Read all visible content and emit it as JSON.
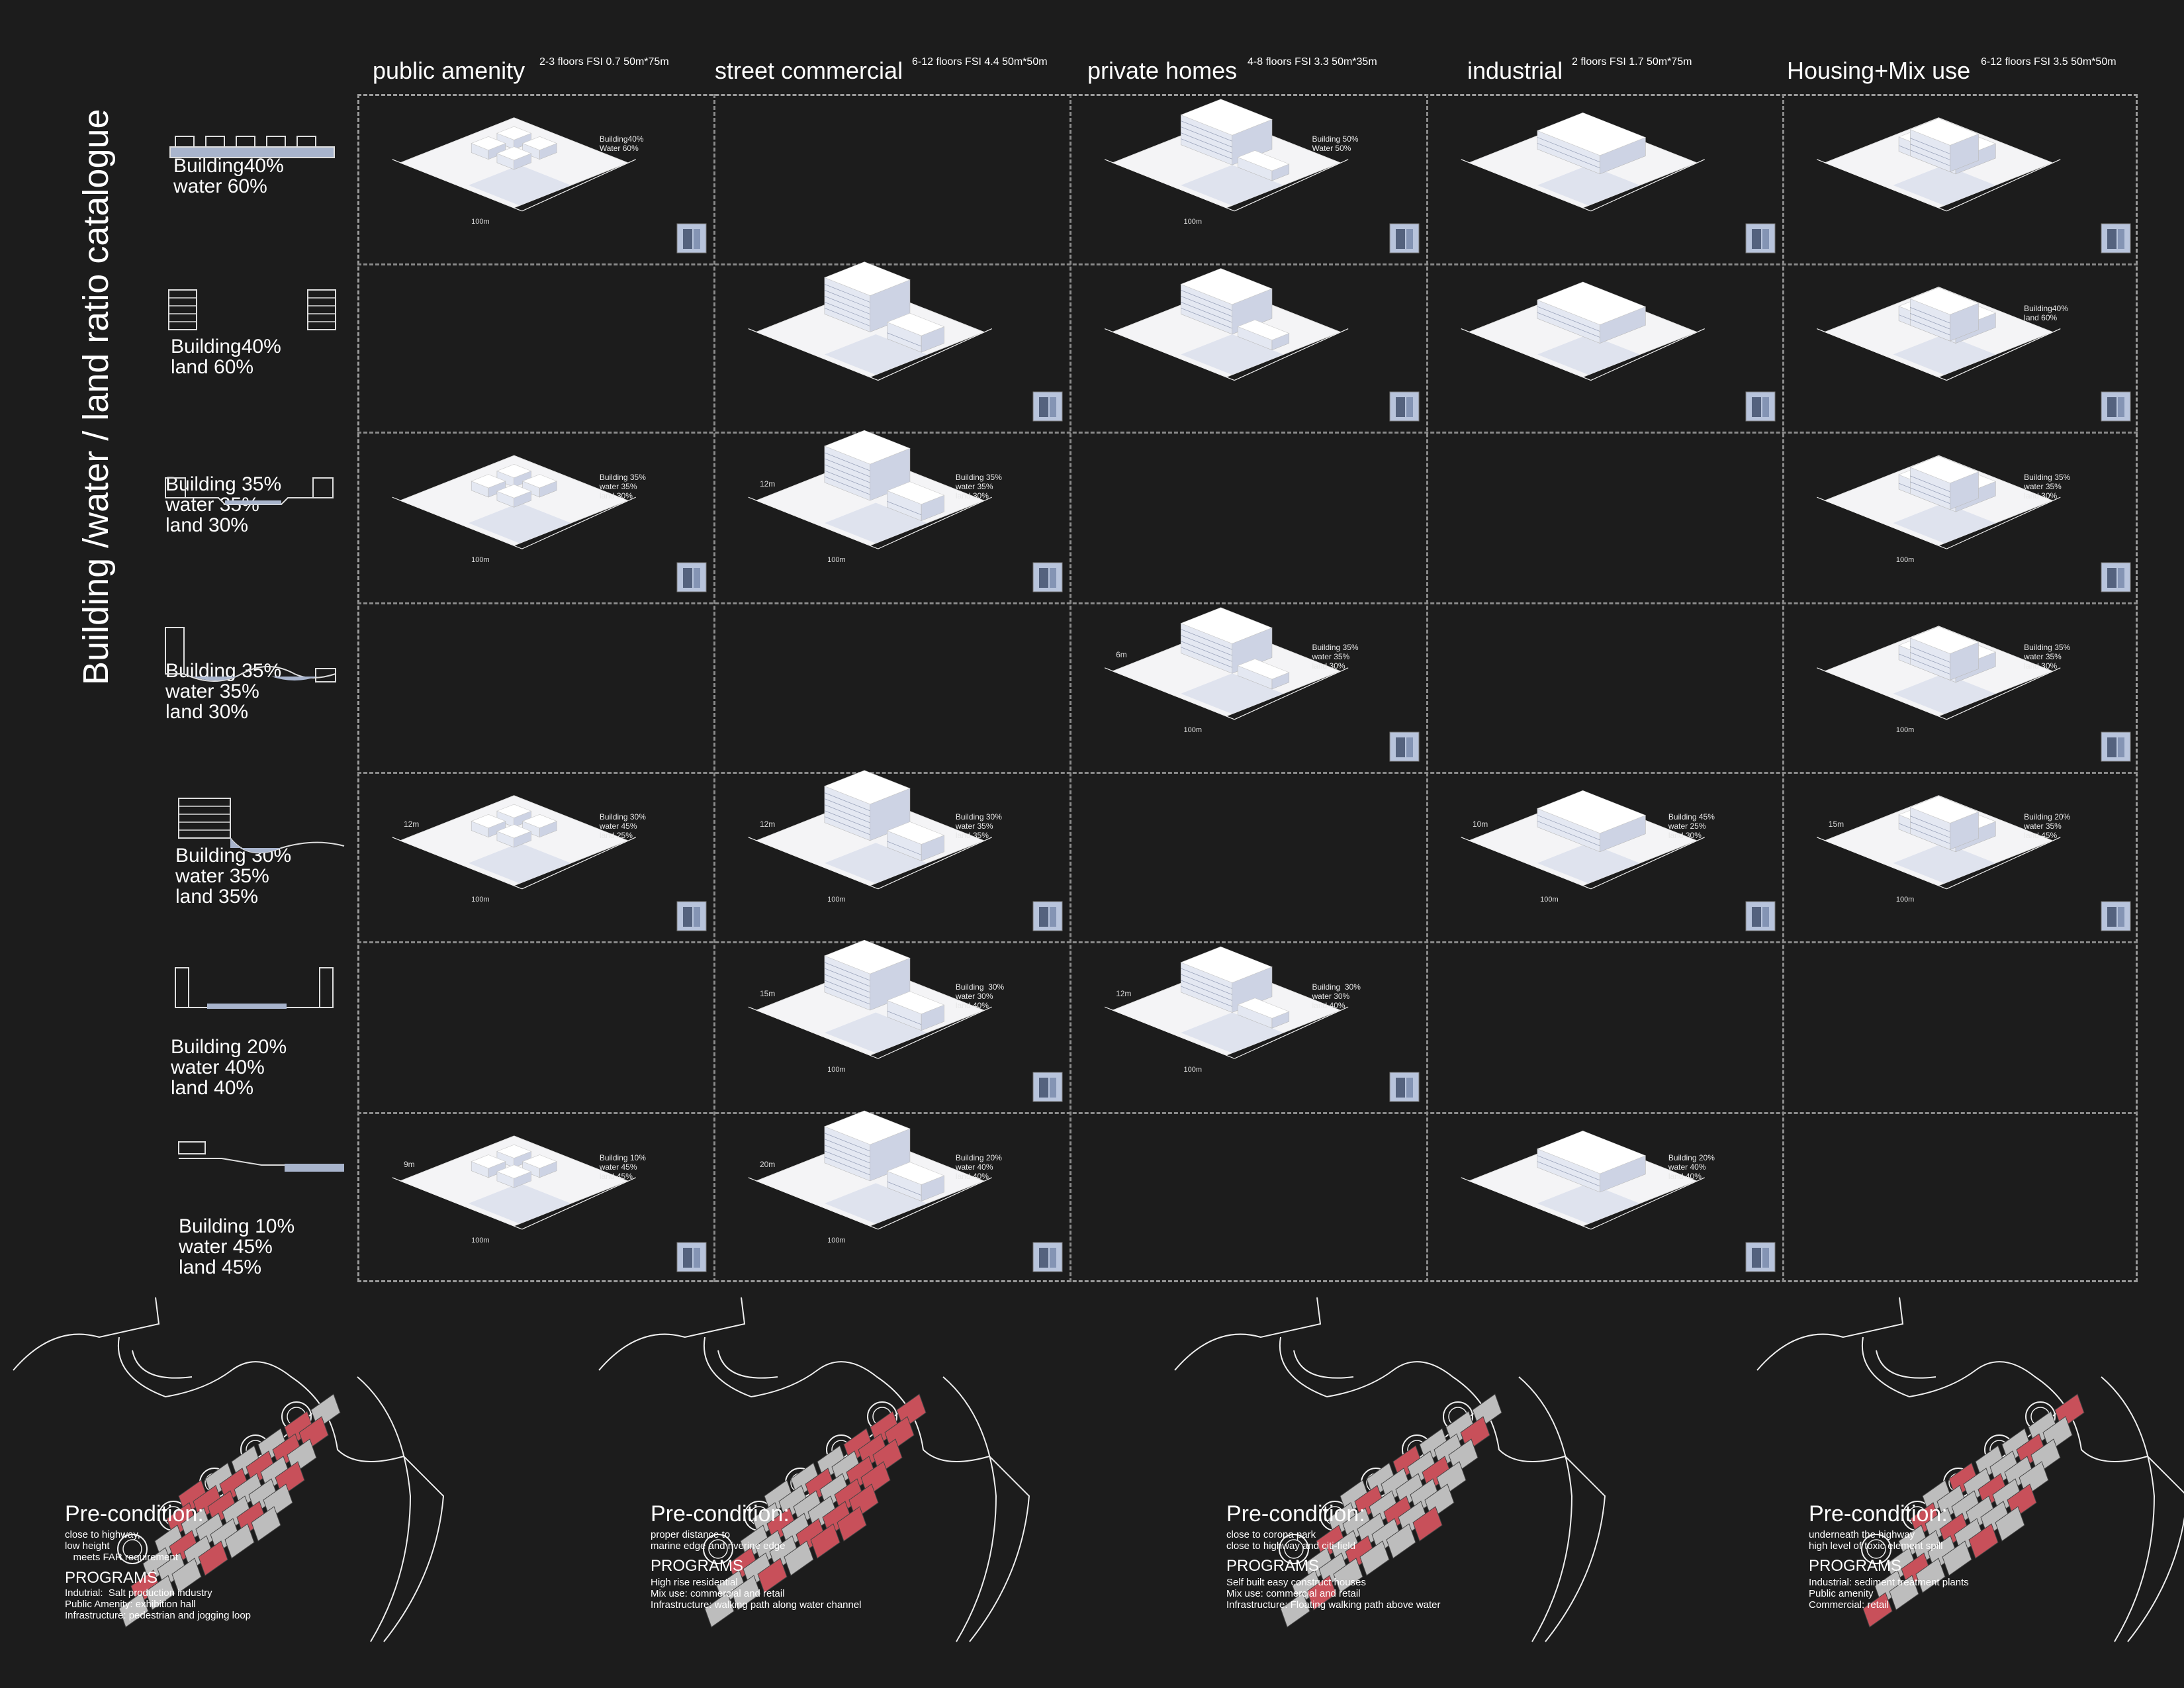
{
  "title": "Building /water / land ratio catalogue",
  "columns": [
    {
      "name": "public amenity",
      "specs": "2-3 floors\nFSI 0.7\n50m*75m"
    },
    {
      "name": "street commercial",
      "specs": "6-12 floors\nFSI 4.4\n50m*50m"
    },
    {
      "name": "private homes",
      "specs": "4-8 floors\nFSI 3.3\n50m*35m"
    },
    {
      "name": "industrial",
      "specs": "2 floors\nFSI 1.7\n50m*75m"
    },
    {
      "name": "Housing+Mix use",
      "specs": "6-12 floors\nFSI 3.5\n50m*50m"
    }
  ],
  "rows": [
    {
      "label": "Building40%\nwater 60%"
    },
    {
      "label": "Building40%\nland 60%"
    },
    {
      "label": "Building 35%\nwater 35%\nland 30%"
    },
    {
      "label": "Building 35%\nwater 35%\nland 30%"
    },
    {
      "label": "Building 30%\nwater 35%\nland 35%"
    },
    {
      "label": "Building 20%\nwater 40%\nland 40%"
    },
    {
      "label": "Building 10%\nwater 45%\nland 45%"
    }
  ],
  "cells": [
    {
      "row": 0,
      "col": 0,
      "label": "Building40%\nWater 60%",
      "h": "",
      "dim": "100m"
    },
    {
      "row": 0,
      "col": 2,
      "label": "Building 50%\nWater 50%",
      "h": "",
      "dim": "100m"
    },
    {
      "row": 0,
      "col": 3,
      "label": "",
      "h": "",
      "dim": ""
    },
    {
      "row": 0,
      "col": 4,
      "label": "",
      "h": "",
      "dim": ""
    },
    {
      "row": 1,
      "col": 1,
      "label": "",
      "h": "",
      "dim": ""
    },
    {
      "row": 1,
      "col": 2,
      "label": "",
      "h": "",
      "dim": ""
    },
    {
      "row": 1,
      "col": 3,
      "label": "",
      "h": "",
      "dim": ""
    },
    {
      "row": 1,
      "col": 4,
      "label": "Building40%\nland 60%",
      "h": "",
      "dim": ""
    },
    {
      "row": 2,
      "col": 0,
      "label": "Building 35%\nwater 35%\nland 30%",
      "h": "",
      "dim": "100m"
    },
    {
      "row": 2,
      "col": 1,
      "label": "Building 35%\nwater 35%\nland 30%",
      "h": "12m",
      "dim": "100m"
    },
    {
      "row": 2,
      "col": 4,
      "label": "Building 35%\nwater 35%\nland 30%",
      "h": "",
      "dim": "100m"
    },
    {
      "row": 3,
      "col": 2,
      "label": "Building 35%\nwater 35%\nland 30%",
      "h": "6m",
      "dim": "100m"
    },
    {
      "row": 3,
      "col": 4,
      "label": "Building 35%\nwater 35%\nland 30%",
      "h": "",
      "dim": "100m"
    },
    {
      "row": 4,
      "col": 0,
      "label": "Building 30%\nwater 45%\nland 25%",
      "h": "12m",
      "dim": "100m"
    },
    {
      "row": 4,
      "col": 1,
      "label": "Building 30%\nwater 35%\nland 35%",
      "h": "12m",
      "dim": "100m"
    },
    {
      "row": 4,
      "col": 3,
      "label": "Building 45%\nwater 25%\nland 30%",
      "h": "10m",
      "dim": "100m"
    },
    {
      "row": 4,
      "col": 4,
      "label": "Building 20%\nwater 35%\nland 45%",
      "h": "15m",
      "dim": "100m"
    },
    {
      "row": 5,
      "col": 1,
      "label": "Building  30%\nwater 30%\nland 40%",
      "h": "15m",
      "dim": "100m"
    },
    {
      "row": 5,
      "col": 2,
      "label": "Building  30%\nwater 30%\nland 40%",
      "h": "12m",
      "dim": "100m"
    },
    {
      "row": 6,
      "col": 0,
      "label": "Building 10%\nwater 45%\nland 45%",
      "h": "9m",
      "dim": "100m"
    },
    {
      "row": 6,
      "col": 1,
      "label": "Building 20%\nwater 40%\nland 40%",
      "h": "20m",
      "dim": "100m"
    },
    {
      "row": 6,
      "col": 3,
      "label": "Building 20%\nwater 40%\nland 40%",
      "h": "",
      "dim": ""
    }
  ],
  "preconditions": [
    {
      "title": "Pre-condition:",
      "text": "close to highway,\nlow height\n   meets FAR requirement",
      "programs_title": "PROGRAMS",
      "programs": "Indutrial:  Salt production industry\nPublic Amenity: exhibition hall\nInfrastructure: pedestrian and jogging loop"
    },
    {
      "title": "Pre-condition:",
      "text": "proper distance to\nmarine edge and riverine edge",
      "programs_title": "PROGRAMS",
      "programs": "High rise residential\nMix use: commercial and retail\nInfrastructure: walking path along water channel"
    },
    {
      "title": "Pre-condition:",
      "text": "close to corona park\nclose to highway and citi-field",
      "programs_title": "PROGRAMS",
      "programs": "Self built easy construct houses\nMix use: commercial and retail\nInfrastructure: Floating walking path above water"
    },
    {
      "title": "Pre-condition:",
      "text": "underneath the highway\nhigh level of toxic element spill",
      "programs_title": "PROGRAMS",
      "programs": "Industrial: sediment treatment plants\nPublic amenity\nCommercial: retail"
    }
  ],
  "colors": {
    "background": "#1c1c1c",
    "highlight": "#c8505a",
    "water": "#9aa8c4"
  }
}
